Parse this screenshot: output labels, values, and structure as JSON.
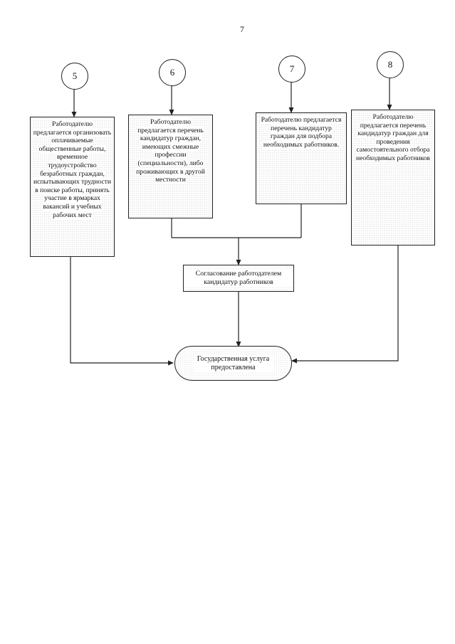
{
  "page_number": "7",
  "steps": [
    {
      "number": "5",
      "text": "Работодателю предлагается организовать оплачиваемые общественные работы, временное трудоустройство безработных граждан, испытывающих трудности в поиске работы, принять участие в ярмарках вакансий и учебных рабочих мест"
    },
    {
      "number": "6",
      "text": "Работодателю предлагается перечень кандидатур граждан, имеющих смежные профессии (специальности), либо проживающих в другой местности"
    },
    {
      "number": "7",
      "text": "Работодателю предлагается перечень кандидатур граждан для подбора необходимых работников."
    },
    {
      "number": "8",
      "text": "Работодателю предлагается перечень кандидатур граждан для проведения самостоятельного отбора необходимых работников"
    }
  ],
  "agreement": "Согласование работодателем кандидатур работников",
  "final": "Государственная услуга предоставлена"
}
